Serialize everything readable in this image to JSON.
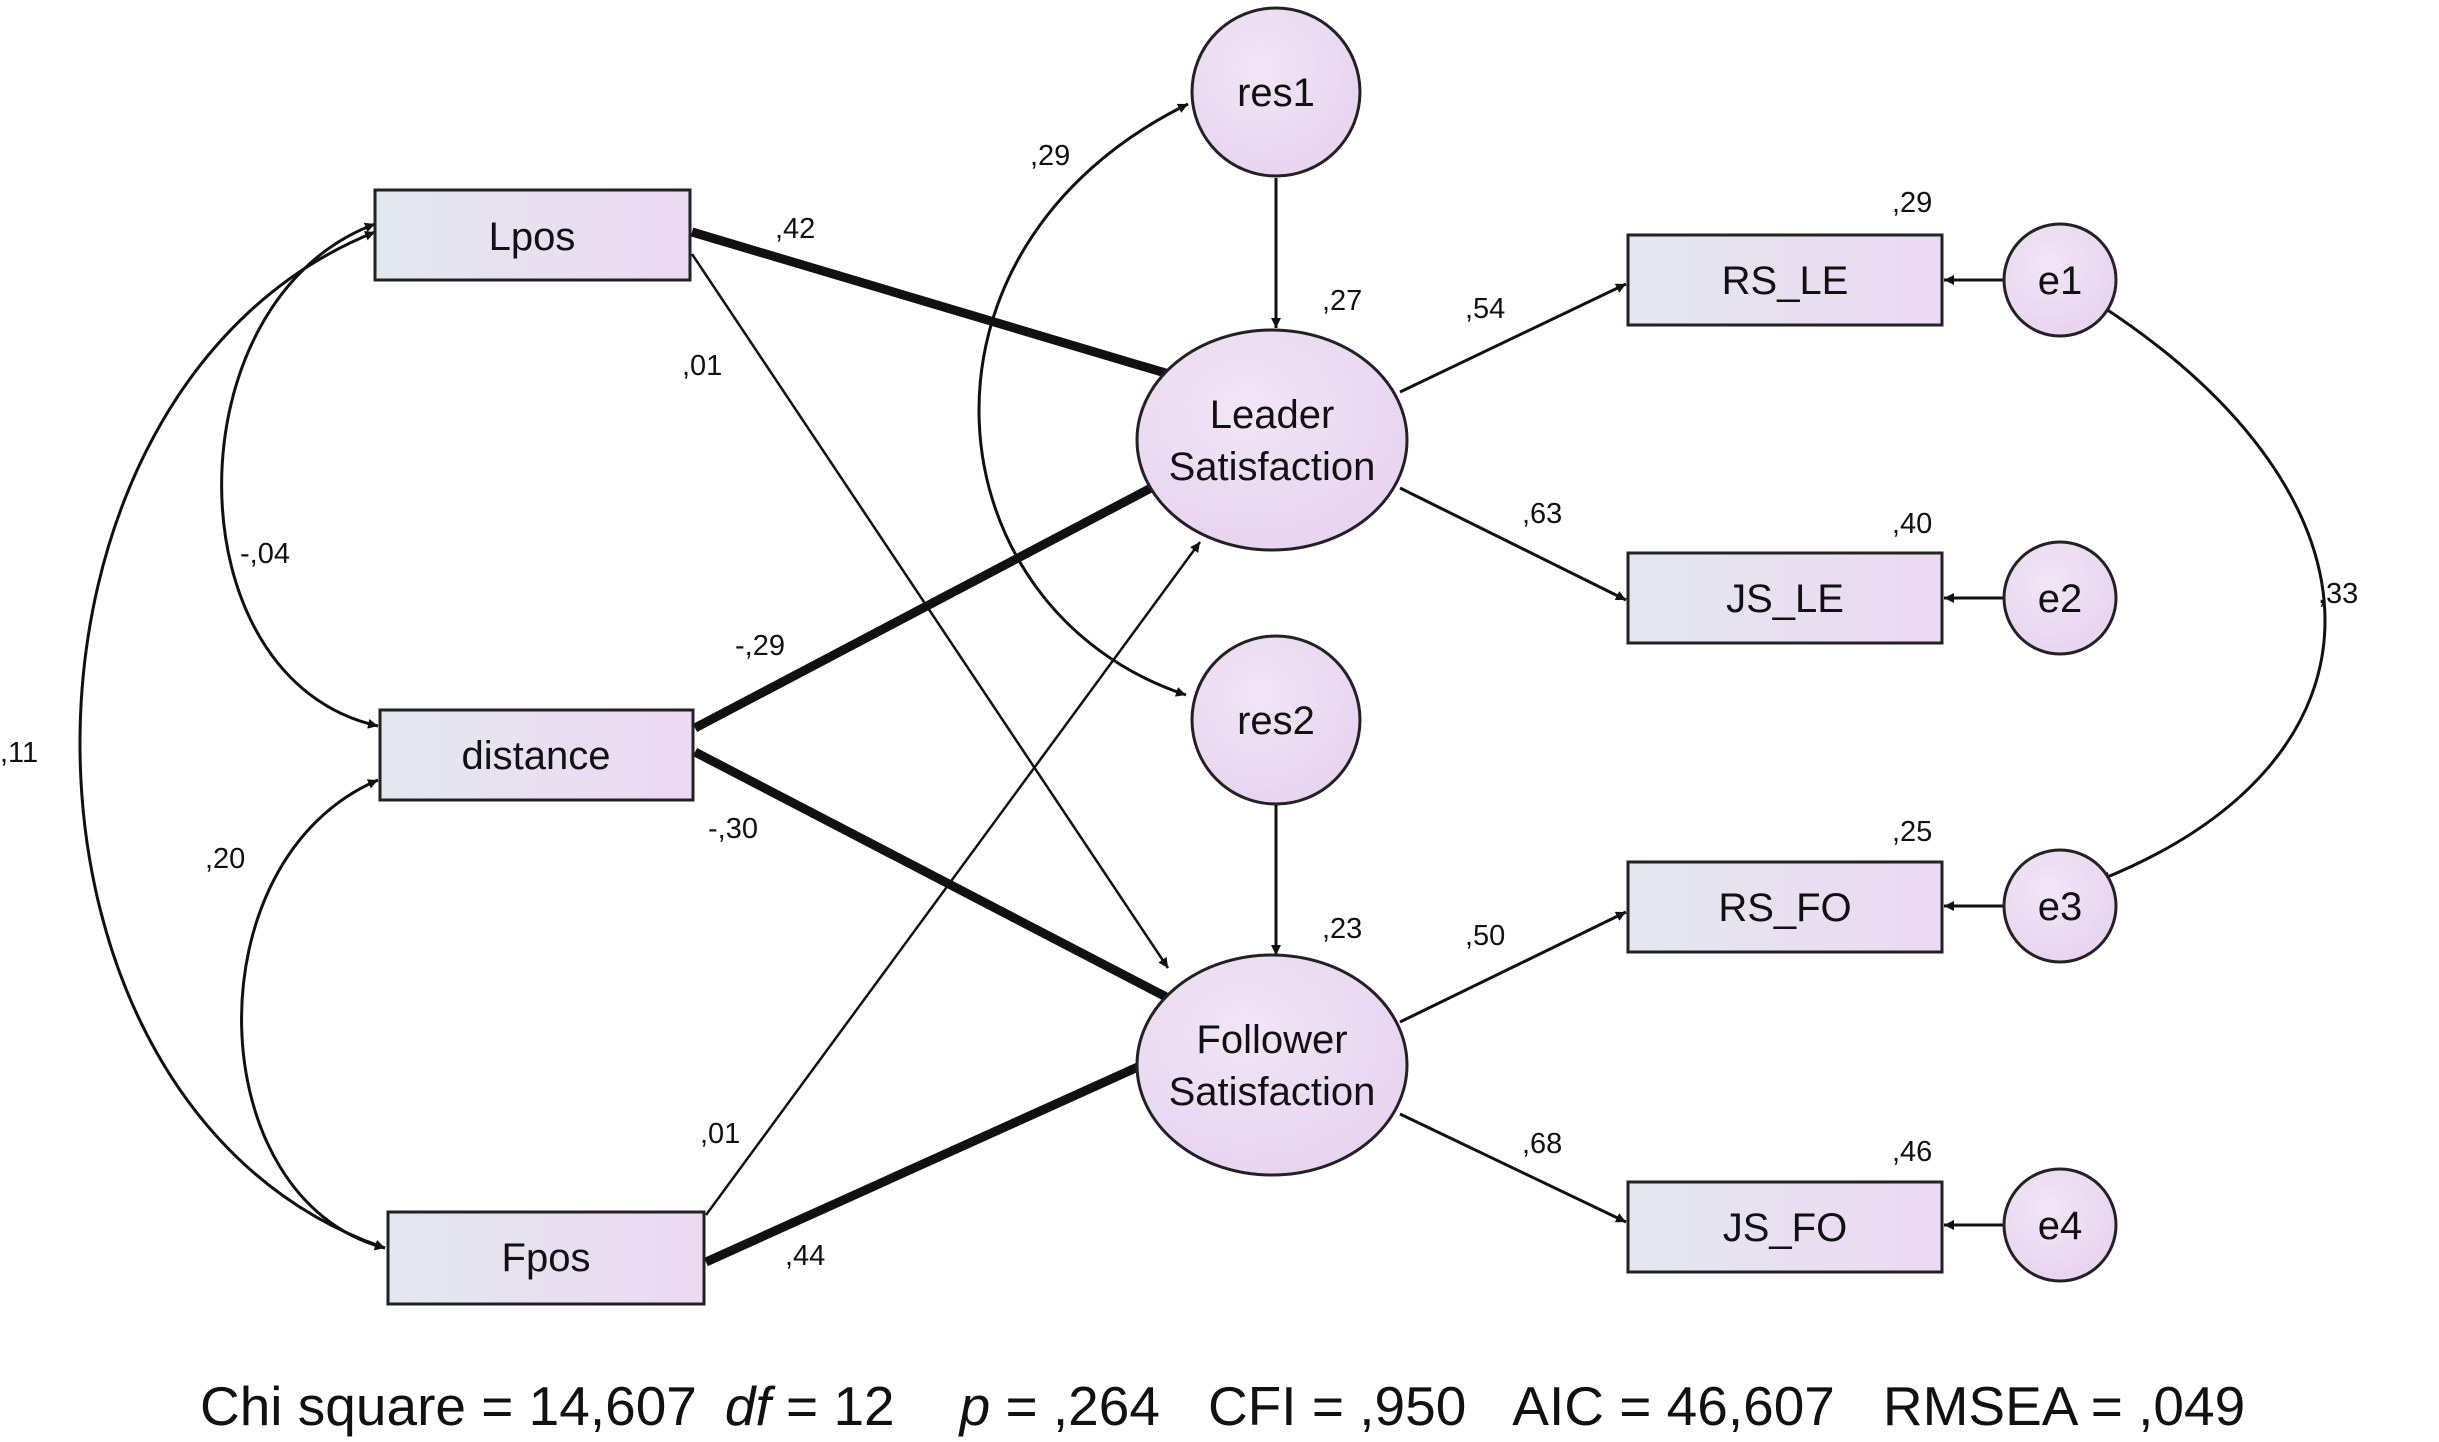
{
  "nodes": {
    "lpos": "Lpos",
    "distance": "distance",
    "fpos": "Fpos",
    "res1": "res1",
    "res2": "res2",
    "leader_line1": "Leader",
    "leader_line2": "Satisfaction",
    "follower_line1": "Follower",
    "follower_line2": "Satisfaction",
    "rs_le": "RS_LE",
    "js_le": "JS_LE",
    "rs_fo": "RS_FO",
    "js_fo": "JS_FO",
    "e1": "e1",
    "e2": "e2",
    "e3": "e3",
    "e4": "e4"
  },
  "coefficients": {
    "lpos_leader": ",42",
    "lpos_follower": ",01",
    "distance_leader": "-,29",
    "distance_follower": "-,30",
    "fpos_leader": ",01",
    "fpos_follower": ",44",
    "lpos_distance": "-,04",
    "distance_fpos": ",20",
    "lpos_fpos": ",11",
    "res1_res2": ",29",
    "leader_rsle": ",54",
    "leader_jsle": ",63",
    "follower_rsfo": ",50",
    "follower_jsfo": ",68",
    "e1_e3": ",33",
    "r2_leader": ",27",
    "r2_follower": ",23",
    "r2_rsle": ",29",
    "r2_jsle": ",40",
    "r2_rsfo": ",25",
    "r2_jsfo": ",46"
  },
  "fit": {
    "chi_label": "Chi square = 14,607",
    "df_symbol": "df",
    "df_value": " = 12",
    "p_symbol": "p",
    "p_value": " = ,264",
    "cfi": "CFI = ,950",
    "aic": "AIC = 46,607",
    "rmsea": "RMSEA = ,049"
  },
  "colors": {
    "node_fill_start": "#e3e8ef",
    "node_fill_end": "#ecd9f2",
    "stroke": "#111111"
  }
}
